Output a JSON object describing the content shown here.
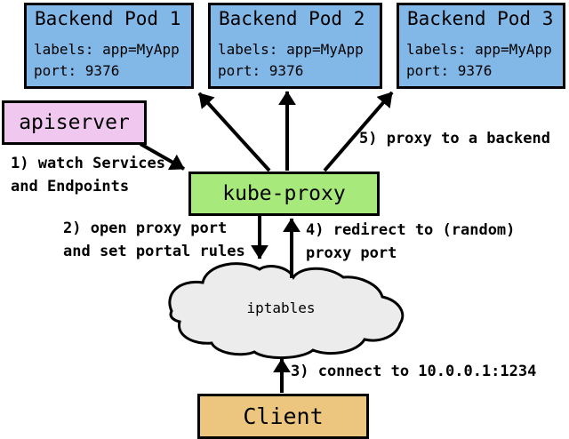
{
  "diagram": {
    "pods": [
      {
        "title": "Backend Pod 1",
        "labels": "labels: app=MyApp",
        "port": "port: 9376"
      },
      {
        "title": "Backend Pod 2",
        "labels": "labels: app=MyApp",
        "port": "port: 9376"
      },
      {
        "title": "Backend Pod 3",
        "labels": "labels: app=MyApp",
        "port": "port: 9376"
      }
    ],
    "apiserver": {
      "label": "apiserver"
    },
    "kube_proxy": {
      "label": "kube-proxy"
    },
    "iptables": {
      "label": "iptables"
    },
    "client": {
      "label": "Client"
    },
    "annotations": {
      "step1": "1) watch Services\nand Endpoints",
      "step2": "2) open proxy port\nand set portal rules",
      "step3": "3) connect to 10.0.0.1:1234",
      "step4": "4) redirect to (random)\nproxy port",
      "step5": "5) proxy to a backend"
    },
    "colors": {
      "pod_fill": "#82b8e7",
      "apiserver_fill": "#efc7ef",
      "kube_proxy_fill": "#a7e97a",
      "client_fill": "#ecc67e",
      "cloud_fill": "#ececec",
      "border": "#000000"
    }
  }
}
